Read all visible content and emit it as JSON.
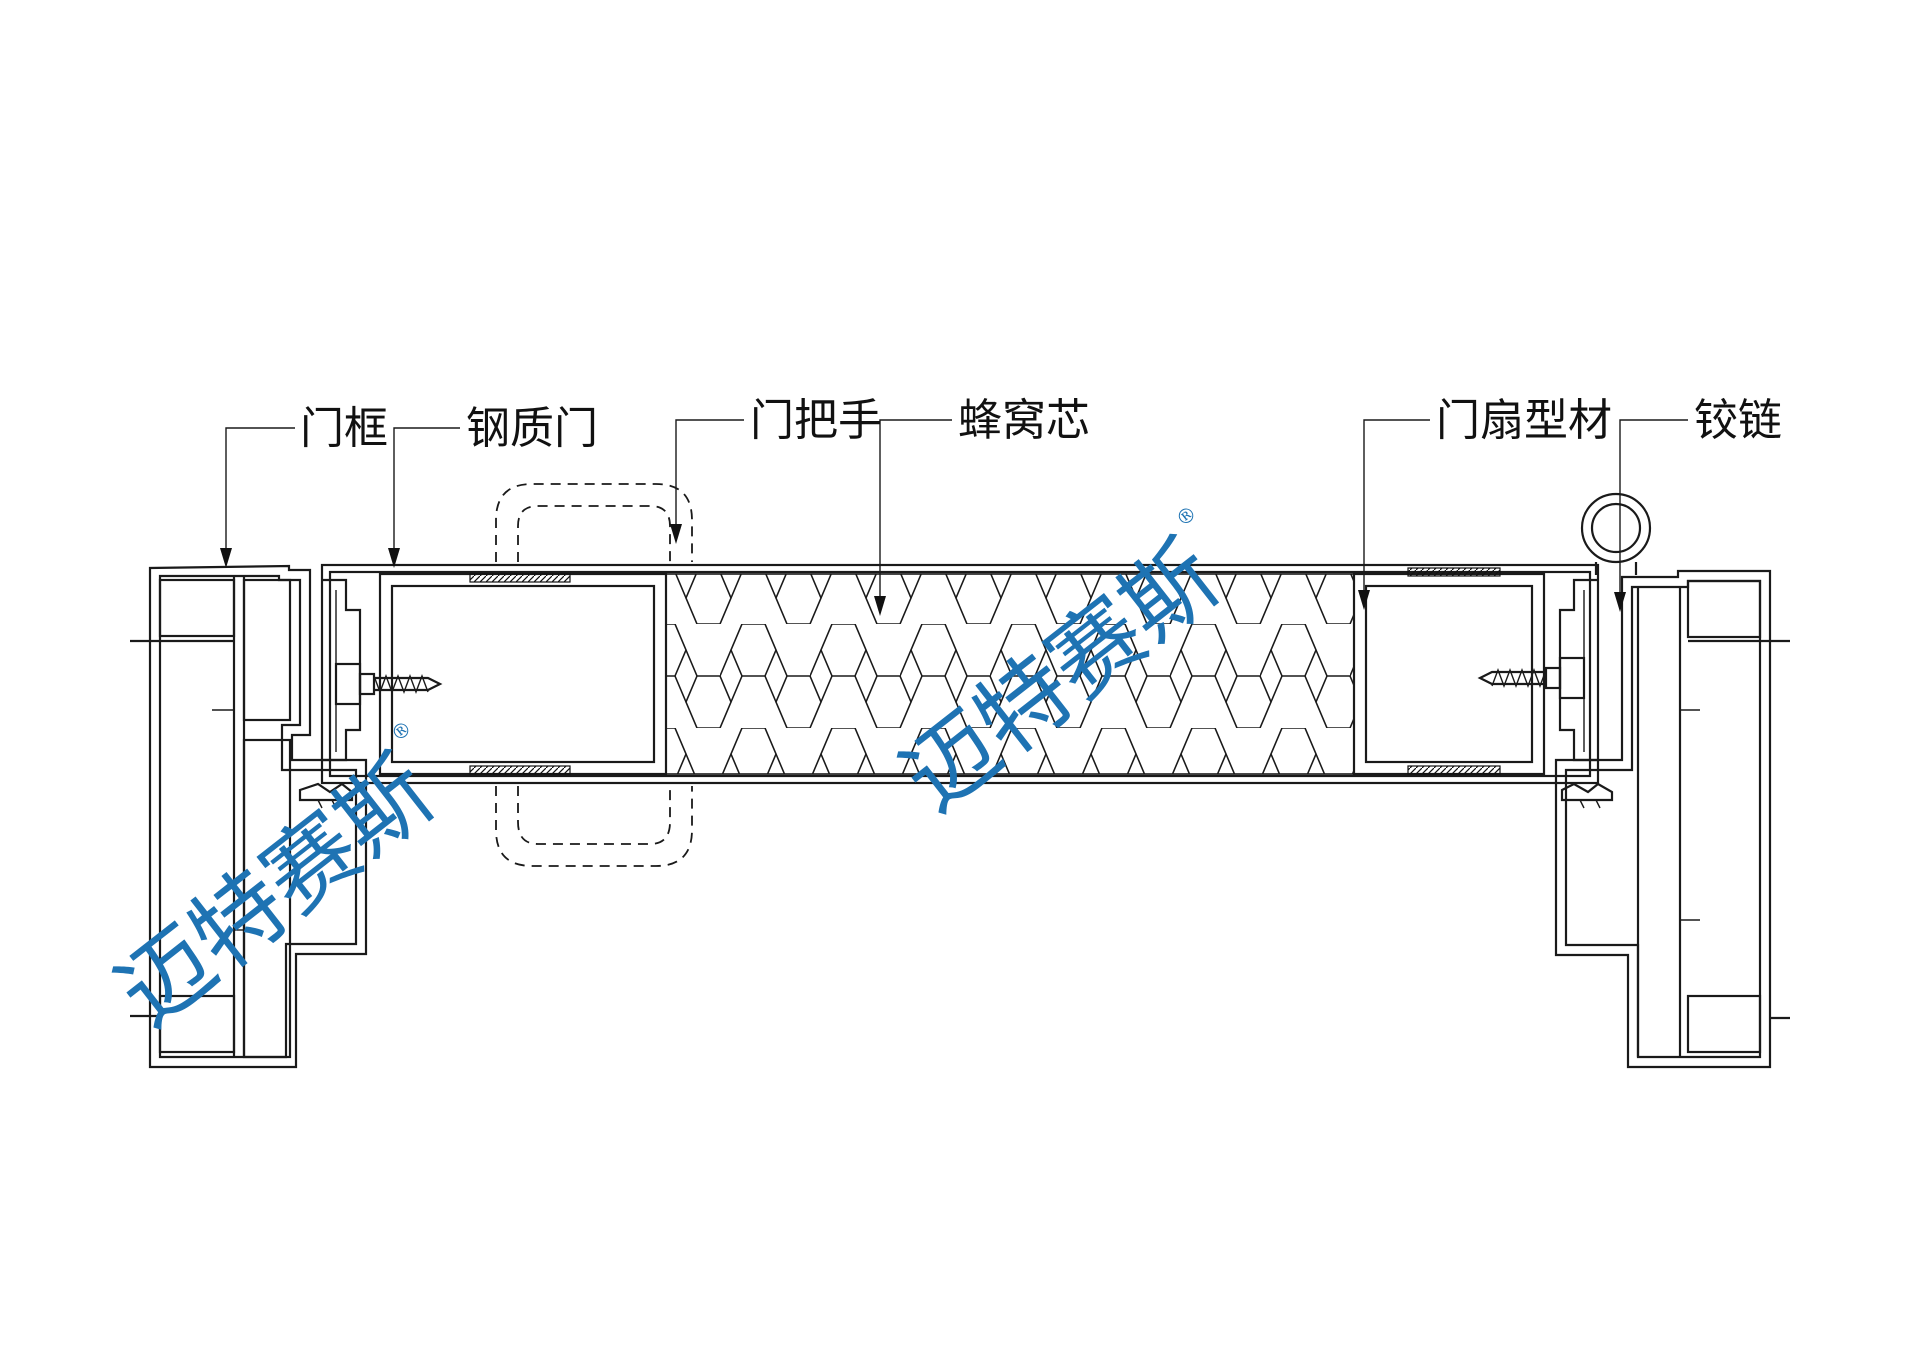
{
  "callouts": {
    "door_frame": "门框",
    "steel_door": "钢质门",
    "door_handle": "门把手",
    "honeycomb_core": "蜂窝芯",
    "door_leaf_profile": "门扇型材",
    "hinge": "铰链"
  },
  "watermark": {
    "text": "迈特赛斯",
    "registered_mark": "®",
    "color": "#1e73b3"
  }
}
